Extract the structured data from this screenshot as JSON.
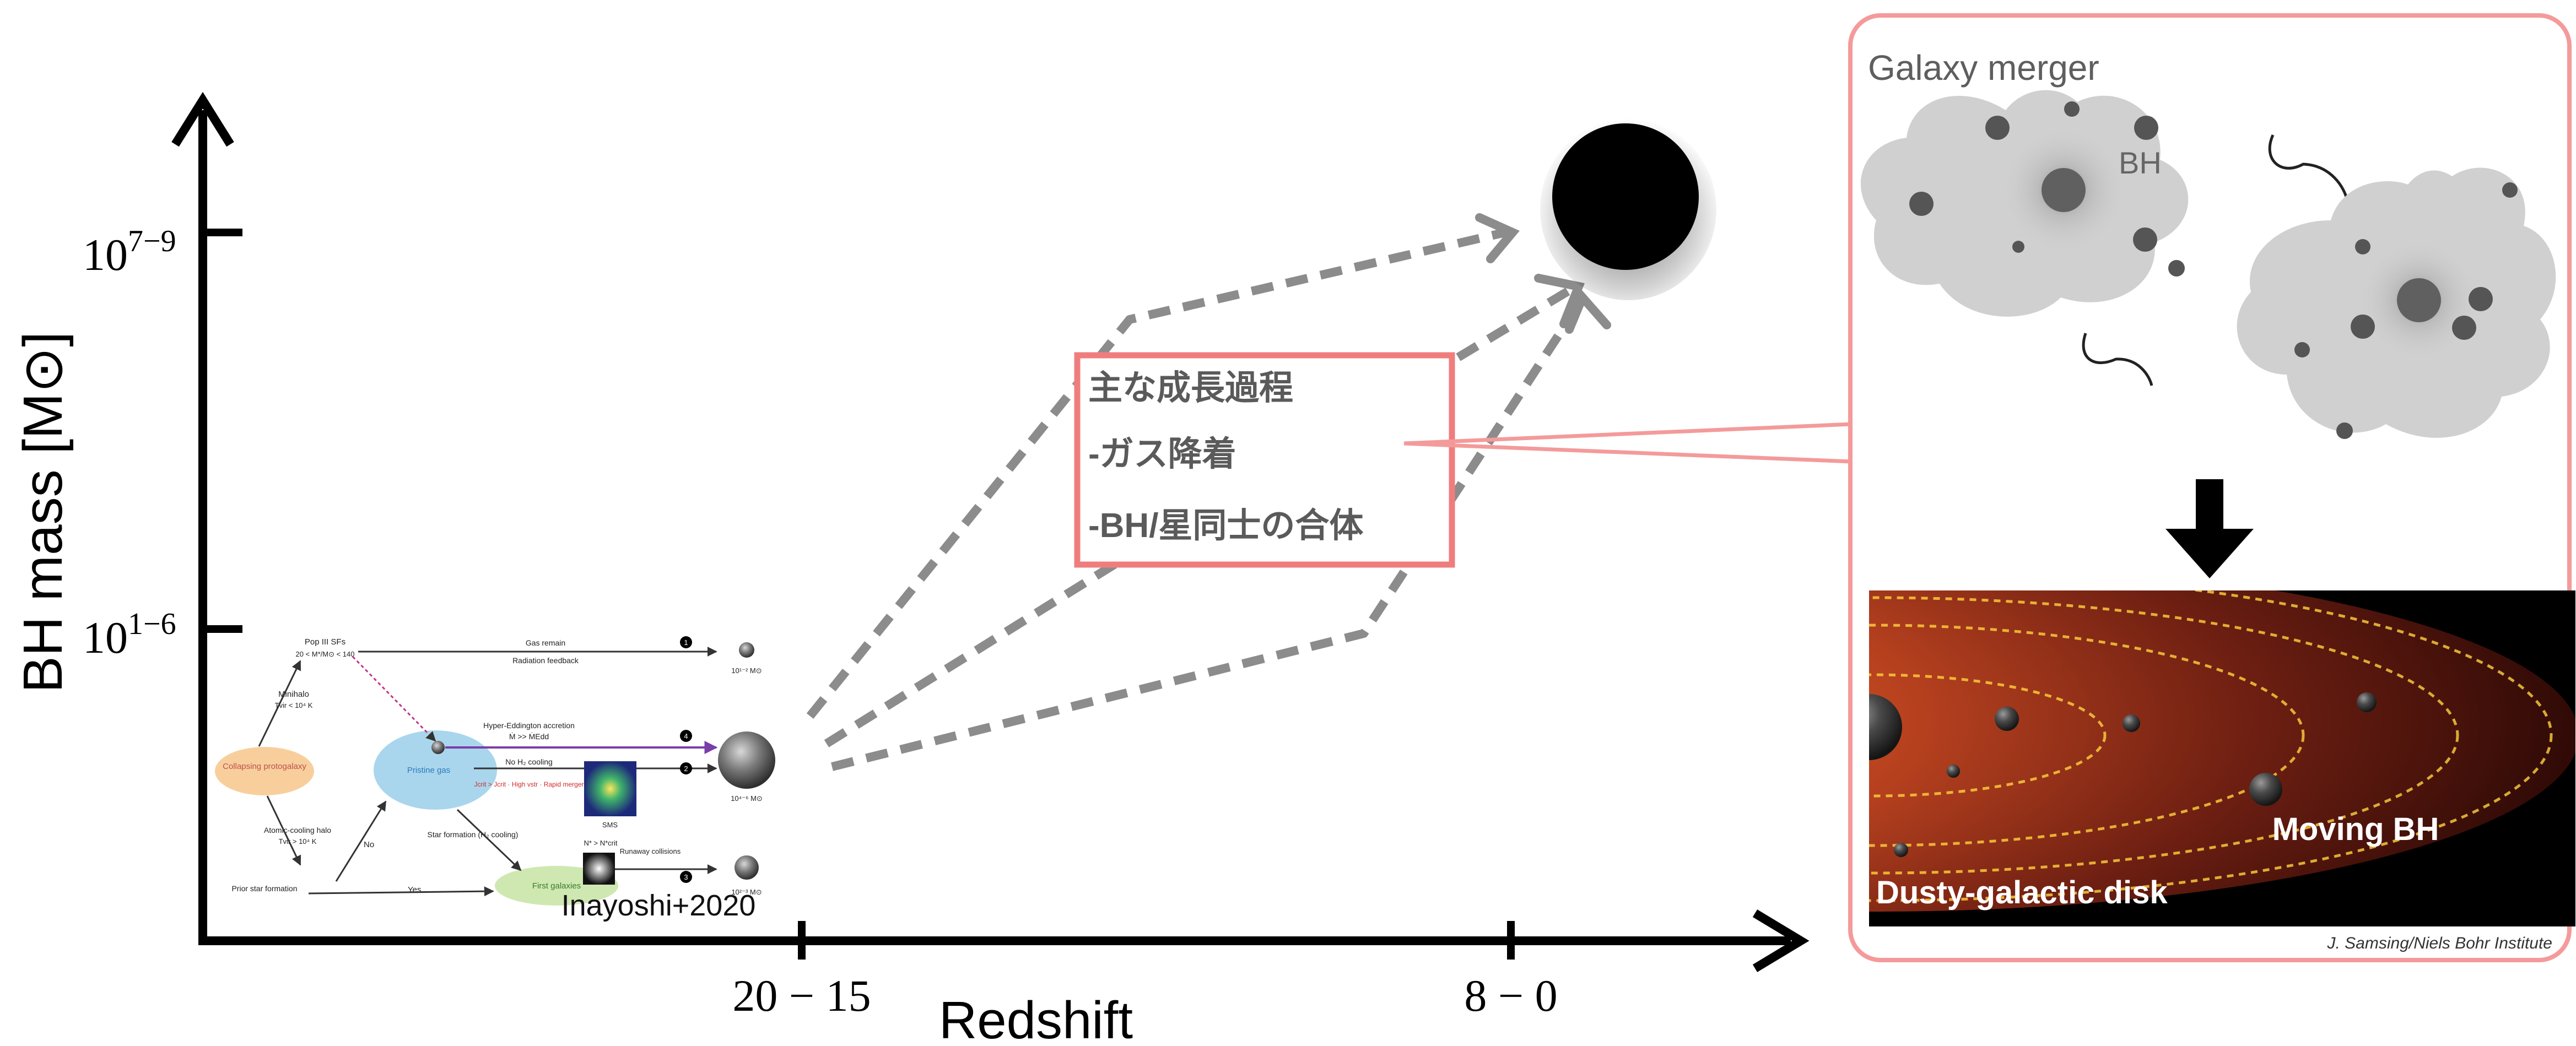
{
  "axes": {
    "y_label": "BH mass [M⊙]",
    "x_label": "Redshift",
    "y_ticks": [
      {
        "label": "10^{1-6}",
        "base": "10",
        "exp": "1−6"
      },
      {
        "label": "10^{7-9}",
        "base": "10",
        "exp": "7−9"
      }
    ],
    "x_ticks": [
      "20 − 15",
      "8 − 0"
    ]
  },
  "inset_left": {
    "citation": "Inayoshi+2020",
    "nodes": {
      "collapsing": "Collapsing protogalaxy",
      "pristine": "Pristine gas",
      "first_galaxies": "First galaxies",
      "pop3": "Pop III SFs",
      "pop3_range": "20 < M*/M⊙ < 140",
      "minihalo": "Minihalo",
      "minihalo_t": "Tvir < 10⁴ K",
      "atomic": "Atomic-cooling halo",
      "atomic_t": "Tvir > 10⁴ K",
      "prior_sf": "Prior star formation",
      "no": "No",
      "yes": "Yes",
      "sf_cooling": "Star formation (H₂ cooling)",
      "sms": "SMS",
      "runaway": "Runaway collisions"
    },
    "edges": {
      "e1_top": "Gas remain",
      "e1_bottom": "Radiation feedback",
      "e4_top": "Hyper-Eddington accretion",
      "e4_bottom": "Ṁ >> ṀEdd",
      "e2_top": "No H₂ cooling",
      "e2_red": "Jcrit > Jcrit · High vstr · Rapid merger",
      "e3": "N* > N*crit"
    },
    "path_numbers": [
      "1",
      "4",
      "2",
      "3"
    ],
    "seed_masses": [
      "10¹⁻² M⊙",
      "10⁴⁻⁶ M⊙",
      "10²⁻³ M⊙"
    ]
  },
  "growth_box": {
    "lines": [
      "主な成長過程",
      "-ガス降着",
      "-BH/星同士の合体"
    ]
  },
  "right_panel": {
    "title": "Galaxy merger",
    "bh_label": "BH",
    "disk_label": "Dusty-galactic disk",
    "moving_label": "Moving BH",
    "credit": "J. Samsing/Niels Bohr Institute"
  },
  "colors": {
    "axis": "#000000",
    "dashed_arrow": "#8c8c8c",
    "highlight_box": "#f07d7d",
    "panel_border": "#f49a9a",
    "galaxy": "#d0d0d0",
    "galaxy_dot": "#555555",
    "disk_center": "#ff8a3a",
    "disk_edge": "#3a0d06"
  },
  "icons": [
    "supermassive-black-hole-icon",
    "down-arrow-icon"
  ]
}
